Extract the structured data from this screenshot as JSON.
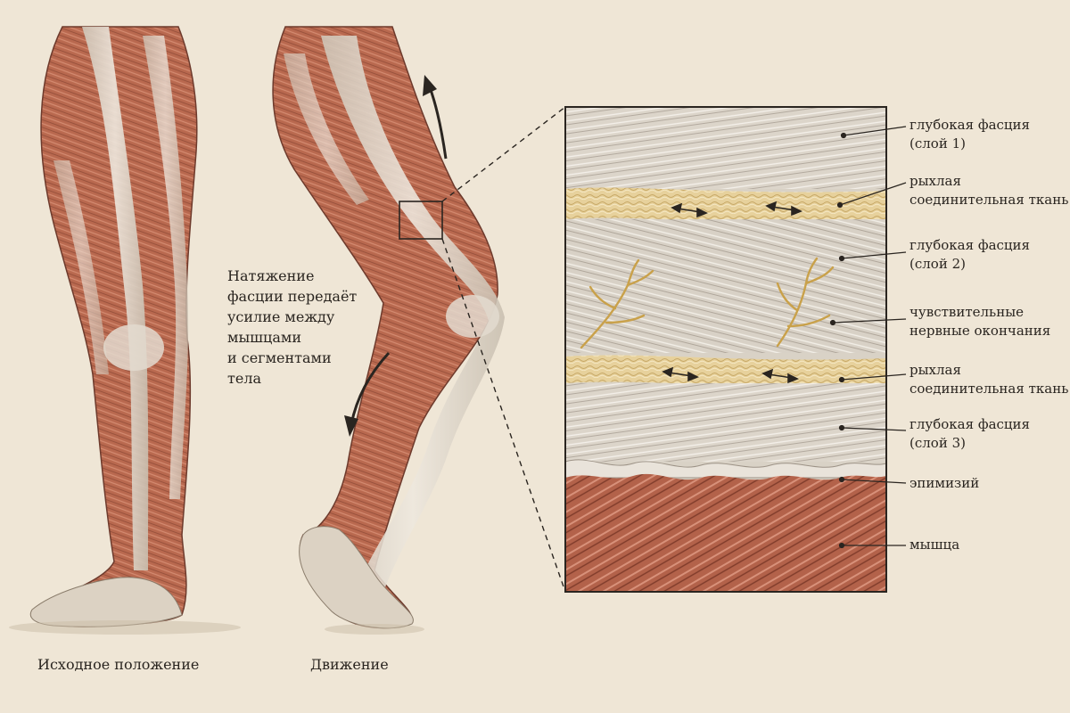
{
  "description": {
    "lines": [
      "Натяжение",
      "фасции передаёт",
      "усилие между",
      "мышцами",
      "и сегментами",
      "тела"
    ]
  },
  "captions": {
    "initial": "Исходное положение",
    "movement": "Движение"
  },
  "labels": [
    {
      "lines": [
        "глубокая фасция",
        "(слой 1)"
      ]
    },
    {
      "lines": [
        "рыхлая",
        "соединительная ткань"
      ]
    },
    {
      "lines": [
        "глубокая фасция",
        "(слой 2)"
      ]
    },
    {
      "lines": [
        "чувствительные",
        "нервные окончания"
      ]
    },
    {
      "lines": [
        "рыхлая",
        "соединительная ткань"
      ]
    },
    {
      "lines": [
        "глубокая фасция",
        "(слой 3)"
      ]
    },
    {
      "lines": [
        "эпимизий"
      ]
    },
    {
      "lines": [
        "мышца"
      ]
    }
  ],
  "colors": {
    "background": "#efe6d6",
    "muscle": "#b86a52",
    "fascia": "#ddd6cb",
    "loose_tissue": "#e8d4a2",
    "nerve": "#c9a14a",
    "ink": "#2a2520"
  }
}
